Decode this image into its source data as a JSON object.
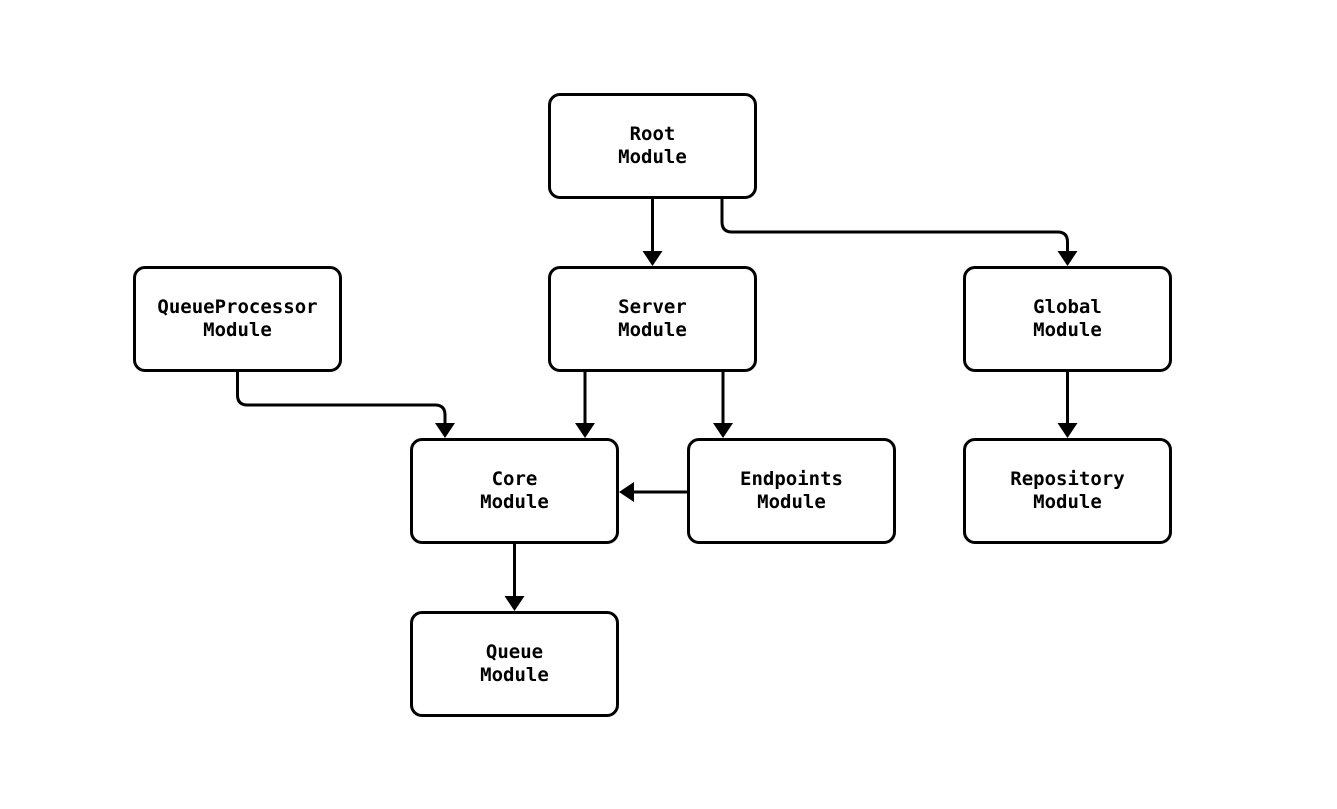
{
  "diagram": {
    "type": "flowchart",
    "background_color": "#ffffff",
    "stroke_color": "#000000",
    "node_fill_color": "#ffffff",
    "nodes": [
      {
        "id": "root",
        "label": "Root\nModule"
      },
      {
        "id": "queueprocessor",
        "label": "QueueProcessor\nModule"
      },
      {
        "id": "server",
        "label": "Server\nModule"
      },
      {
        "id": "global",
        "label": "Global\nModule"
      },
      {
        "id": "core",
        "label": "Core\nModule"
      },
      {
        "id": "endpoints",
        "label": "Endpoints\nModule"
      },
      {
        "id": "repository",
        "label": "Repository\nModule"
      },
      {
        "id": "queue",
        "label": "Queue\nModule"
      }
    ],
    "edges": [
      {
        "from": "root",
        "to": "server"
      },
      {
        "from": "root",
        "to": "global"
      },
      {
        "from": "queueprocessor",
        "to": "core"
      },
      {
        "from": "server",
        "to": "core"
      },
      {
        "from": "server",
        "to": "endpoints"
      },
      {
        "from": "endpoints",
        "to": "core"
      },
      {
        "from": "global",
        "to": "repository"
      },
      {
        "from": "core",
        "to": "queue"
      }
    ]
  }
}
